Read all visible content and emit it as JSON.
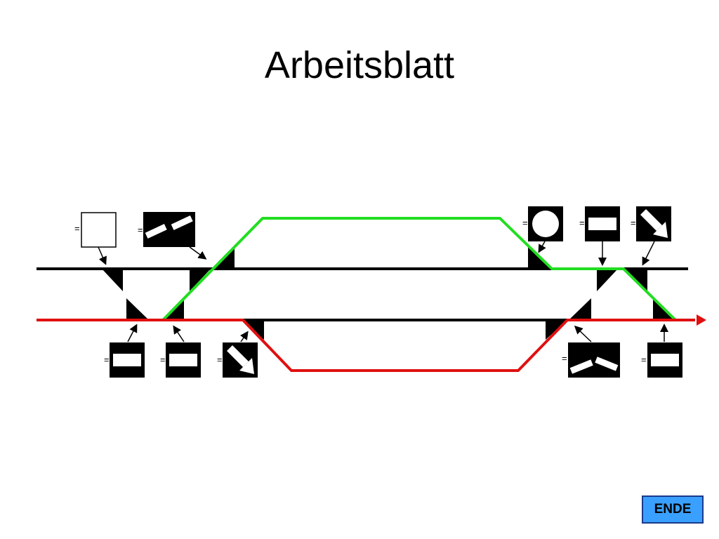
{
  "title": "Arbeitsblatt",
  "end_button": {
    "label": "ENDE"
  },
  "colors": {
    "track": "#000000",
    "route_green": "#22dd22",
    "route_red": "#e01010",
    "button": "#3aa0ff"
  },
  "signals": [
    {
      "name": "signal-top-1",
      "icon": "empty-square-icon"
    },
    {
      "name": "signal-top-2",
      "icon": "diagonal-bars-icon"
    },
    {
      "name": "signal-top-3",
      "icon": "circle-icon"
    },
    {
      "name": "signal-top-4",
      "icon": "horizontal-bar-icon"
    },
    {
      "name": "signal-top-5",
      "icon": "diagonal-arrow-icon"
    },
    {
      "name": "signal-bottom-1",
      "icon": "horizontal-bar-icon"
    },
    {
      "name": "signal-bottom-2",
      "icon": "horizontal-bar-icon"
    },
    {
      "name": "signal-bottom-3",
      "icon": "diagonal-arrow-icon"
    },
    {
      "name": "signal-bottom-4",
      "icon": "chevron-bars-icon"
    },
    {
      "name": "signal-bottom-5",
      "icon": "horizontal-bar-icon"
    }
  ]
}
